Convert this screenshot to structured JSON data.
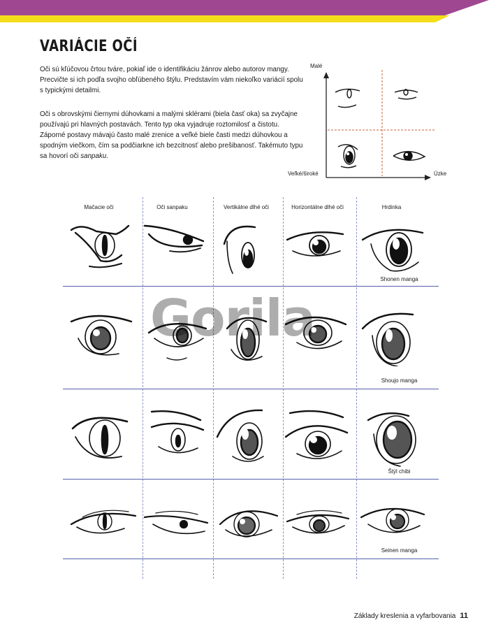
{
  "colors": {
    "purple": "#a04792",
    "yellow": "#f3dd1a",
    "grid_line": "#5660a8",
    "dash": "#c7623a"
  },
  "title": "VARIÁCIE OČÍ",
  "paragraph1": "Oči sú kľúčovou črtou tváre, pokiaľ ide o identifikáciu žánrov alebo autorov mangy. Precvičte si ich podľa svojho obľúbeného štýlu. Predstavím vám niekoľko variácií spolu s typickými detailmi.",
  "paragraph2_a": "Oči s obrovskými čiernymi dúhovkami a malými sklérami (biela časť oka) sa zvyčajne používajú pri hlavných postavách. Tento typ oka vyjadruje roztomilosť a čistotu. Záporné postavy mávajú často malé zrenice a veľké biele časti medzi dúhovkou a spodným viečkom, čím sa podčiarkne ich bezcitnosť alebo prešibanosť. Takémuto typu sa hovorí oči ",
  "paragraph2_em": "sanpaku",
  "paragraph2_end": ".",
  "quadrant": {
    "y_label": "Malé",
    "x_left_label": "Veľké/široké",
    "x_right_label": "Úzke"
  },
  "columns": [
    "Mačacie oči",
    "Oči sanpaku",
    "Vertikálne dlhé oči",
    "Horizontálne dlhé oči",
    "Hrdinka"
  ],
  "row_labels": [
    "Shonen manga",
    "Shoujo manga",
    "Štýl chibi",
    "Seinen manga"
  ],
  "watermark": "Gorila",
  "footer": {
    "text": "Základy kreslenia a vyfarbovania",
    "page": "11"
  }
}
